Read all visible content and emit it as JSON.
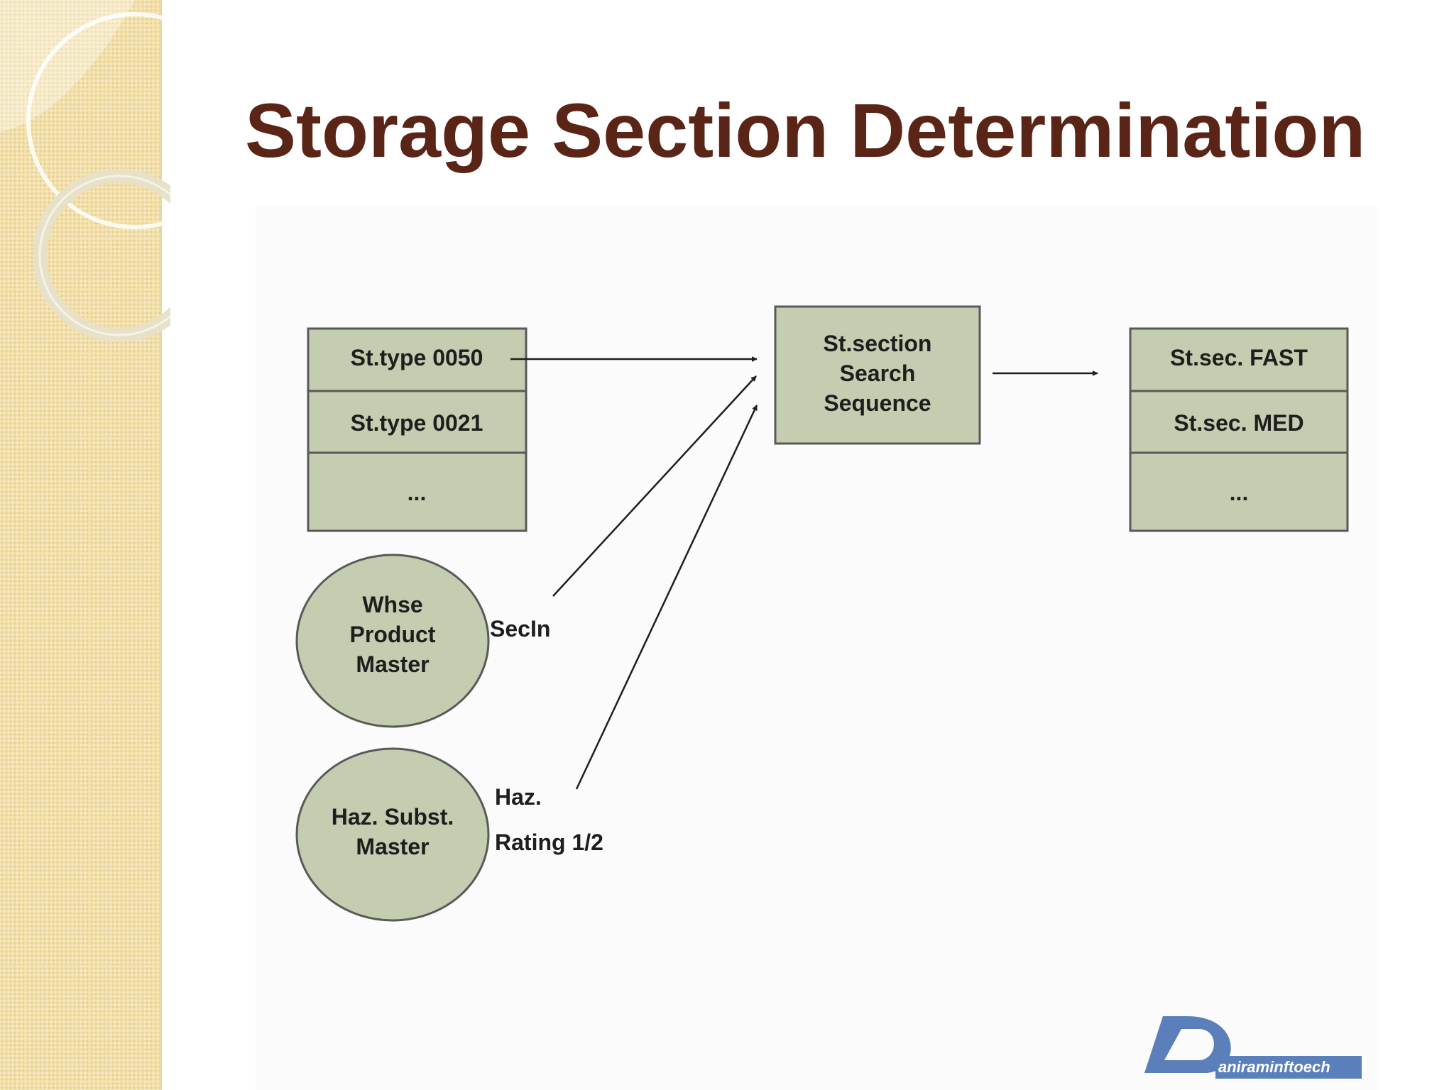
{
  "slide": {
    "title": "Storage Section Determination"
  },
  "colors": {
    "title": "#5a2416",
    "node_fill": "#c4cdb0",
    "node_border": "#595959",
    "sidebar": "#f2dfa9",
    "logo": "#5b7fbb"
  },
  "diagram": {
    "storage_types": {
      "row1": "St.type 0050",
      "row2": "St.type 0021",
      "row3": "..."
    },
    "search_sequence": {
      "line1": "St.section",
      "line2": "Search",
      "line3": "Sequence"
    },
    "storage_sections": {
      "row1": "St.sec. FAST",
      "row2": "St.sec. MED",
      "row3": "..."
    },
    "whse_product_master": {
      "line1": "Whse",
      "line2": "Product",
      "line3": "Master"
    },
    "haz_subst_master": {
      "line1": "Haz. Subst.",
      "line2": "Master"
    },
    "labels": {
      "secin": "SecIn",
      "haz_line1": "Haz.",
      "haz_line2": "Rating 1/2"
    }
  },
  "logo": {
    "text": "aniraminftoech"
  }
}
